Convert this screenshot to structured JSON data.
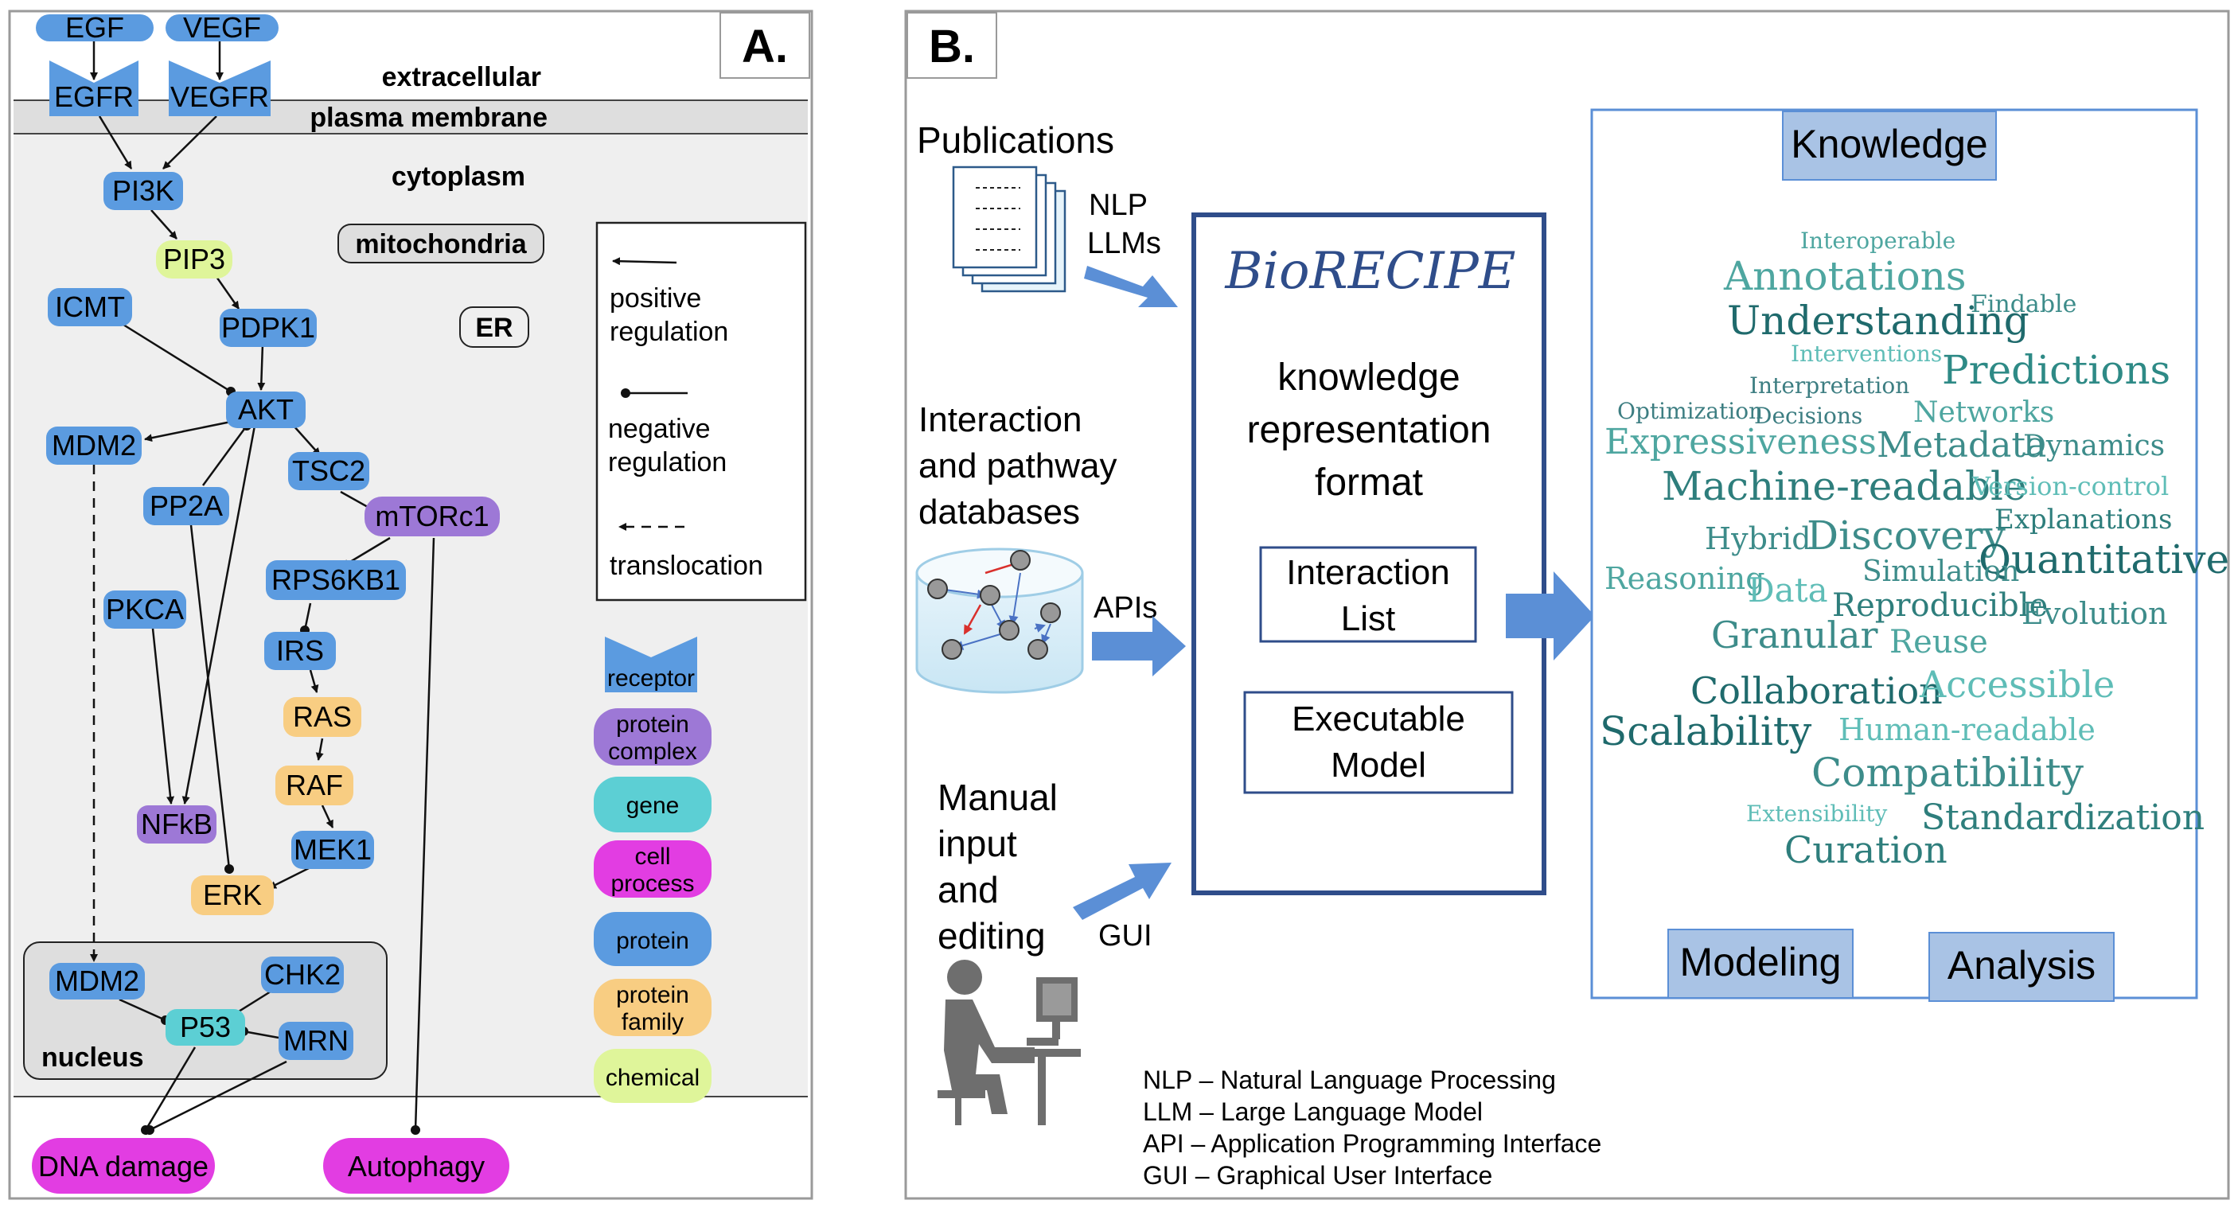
{
  "panel_a": {
    "label": "A.",
    "compartments": {
      "extracellular": "extracellular",
      "membrane": "plasma membrane",
      "cytoplasm": "cytoplasm",
      "mitochondria": "mitochondria",
      "er": "ER",
      "nucleus": "nucleus"
    },
    "nodes": {
      "egf": "EGF",
      "vegf": "VEGF",
      "egfr": "EGFR",
      "vegfr": "VEGFR",
      "pi3k": "PI3K",
      "pip3": "PIP3",
      "icmt": "ICMT",
      "pdpk1": "PDPK1",
      "akt": "AKT",
      "mdm2_c": "MDM2",
      "tsc2": "TSC2",
      "pp2a": "PP2A",
      "mtorc1": "mTORc1",
      "rps6kb1": "RPS6KB1",
      "pkca": "PKCA",
      "irs": "IRS",
      "ras": "RAS",
      "raf": "RAF",
      "nfkb": "NFkB",
      "mek1": "MEK1",
      "erk": "ERK",
      "mdm2_n": "MDM2",
      "chk2": "CHK2",
      "p53": "P53",
      "mrn": "MRN",
      "dna_damage": "DNA damage",
      "autophagy": "Autophagy"
    },
    "regulation_legend": {
      "positive_1": "positive",
      "positive_2": "regulation",
      "negative_1": "negative",
      "negative_2": "regulation",
      "translocation": "translocation"
    },
    "type_legend": {
      "receptor": "receptor",
      "protein_complex_1": "protein",
      "protein_complex_2": "complex",
      "gene": "gene",
      "cell_process_1": "cell",
      "cell_process_2": "process",
      "protein": "protein",
      "protein_family_1": "protein",
      "protein_family_2": "family",
      "chemical": "chemical"
    },
    "colors": {
      "protein": "#5b9be0",
      "complex": "#9d78d6",
      "gene": "#5ccfd4",
      "process": "#e23de2",
      "family": "#f8cd82",
      "chemical": "#dff59a",
      "receptor": "#5b9be0"
    }
  },
  "panel_b": {
    "label": "B.",
    "sources": {
      "publications": "Publications",
      "nlp": "NLP",
      "llms": "LLMs",
      "db_1": "Interaction",
      "db_2": "and pathway",
      "db_3": "databases",
      "apis": "APIs",
      "manual_1": "Manual",
      "manual_2": "input",
      "manual_3": "and",
      "manual_4": "editing",
      "gui": "GUI"
    },
    "biorecipe": {
      "title": "BioRECIPE",
      "desc_1": "knowledge",
      "desc_2": "representation",
      "desc_3": "format",
      "interaction_1": "Interaction",
      "interaction_2": "List",
      "executable_1": "Executable",
      "executable_2": "Model"
    },
    "knowledge": {
      "header": "Knowledge",
      "modeling": "Modeling",
      "analysis": "Analysis",
      "words": {
        "interoperable": "Interoperable",
        "annotations": "Annotations",
        "findable": "Findable",
        "understanding": "Understanding",
        "interventions": "Interventions",
        "predictions": "Predictions",
        "interpretation": "Interpretation",
        "optimization": "Optimization",
        "decisions": "Decisions",
        "networks": "Networks",
        "expressiveness": "Expressiveness",
        "metadata": "Metadata",
        "dynamics": "Dynamics",
        "machine_readable": "Machine-readable",
        "version_control": "Version-control",
        "explanations": "Explanations",
        "hybrid": "Hybrid",
        "discovery": "Discovery",
        "quantitative": "Quantitative",
        "simulation": "Simulation",
        "reasoning": "Reasoning",
        "data": "Data",
        "reproducible": "Reproducible",
        "evolution": "Evolution",
        "granular": "Granular",
        "reuse": "Reuse",
        "collaboration": "Collaboration",
        "accessible": "Accessible",
        "scalability": "Scalability",
        "human_readable": "Human-readable",
        "compatibility": "Compatibility",
        "extensibility": "Extensibility",
        "standardization": "Standardization",
        "curation": "Curation"
      }
    },
    "abbreviations": {
      "nlp": "NLP – Natural Language Processing",
      "llm": "LLM – Large Language Model",
      "api": "API – Application Programming Interface",
      "gui": "GUI – Graphical User Interface"
    }
  }
}
